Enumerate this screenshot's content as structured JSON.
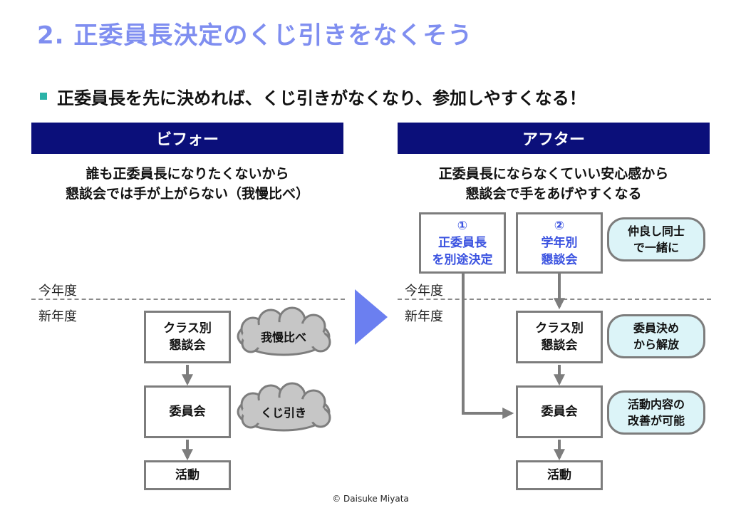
{
  "title": "2. 正委員長決定のくじ引きをなくそう",
  "bullet": "正委員長を先に決めれば、くじ引きがなくなり、参加しやすくなる！",
  "before": {
    "header": "ビフォー",
    "desc_line1": "誰も正委員長になりたくないから",
    "desc_line2": "懇談会では手が上がらない（我慢比べ）",
    "year_current": "今年度",
    "year_new": "新年度",
    "box_class_line1": "クラス別",
    "box_class_line2": "懇談会",
    "box_committee": "委員会",
    "box_activity": "活動",
    "cloud_1": "我慢比べ",
    "cloud_2": "くじ引き"
  },
  "after": {
    "header": "アフター",
    "desc_line1": "正委員長にならなくていい安心感から",
    "desc_line2": "懇談会で手をあげやすくなる",
    "year_current": "今年度",
    "year_new": "新年度",
    "step1_num": "①",
    "step1_line1": "正委員長",
    "step1_line2": "を別途決定",
    "step2_num": "②",
    "step2_line1": "学年別",
    "step2_line2": "懇談会",
    "box_class_line1": "クラス別",
    "box_class_line2": "懇談会",
    "box_committee": "委員会",
    "box_activity": "活動",
    "note1_line1": "仲良し同士",
    "note1_line2": "で一緒に",
    "note2_line1": "委員決め",
    "note2_line2": "から解放",
    "note3_line1": "活動内容の",
    "note3_line2": "改善が可能"
  },
  "footer": "© Daisuke Miyata",
  "colors": {
    "title": "#7f8ef0",
    "header_bg": "#0b0f7a",
    "accent_blue": "#3a52e0",
    "bullet": "#2bb3a8",
    "pill_bg": "#dcf4f8",
    "arrow_big": "#6b7ff0",
    "cloud": "#c6c6c6"
  }
}
